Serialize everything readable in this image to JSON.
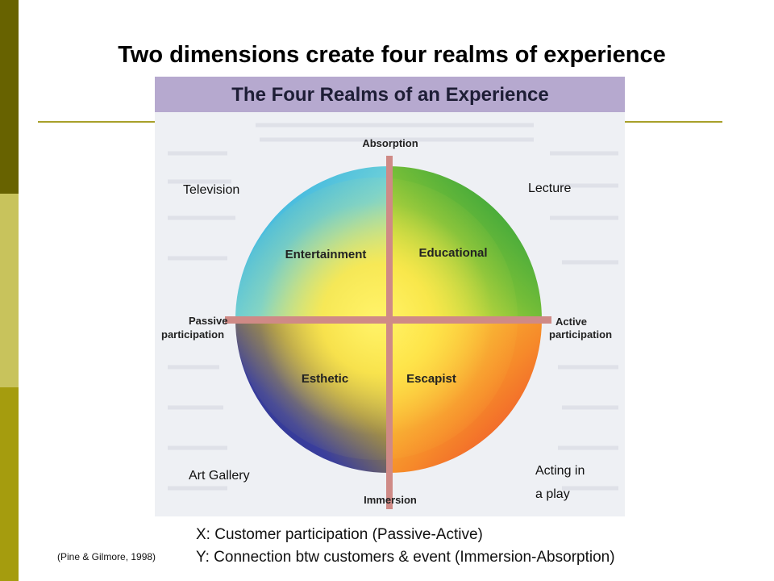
{
  "slide": {
    "title": "Two dimensions create four realms of experience",
    "citation": "(Pine & Gilmore, 1998)",
    "x_axis_note": "X: Customer participation (Passive-Active)",
    "y_axis_note": "Y: Connection btw customers & event (Immersion-Absorption)"
  },
  "figure": {
    "heading": "The Four Realms of an Experience",
    "axis_top": "Absorption",
    "axis_bottom": "Immersion",
    "axis_left_line1": "Passive",
    "axis_left_line2": "participation",
    "axis_right_line1": "Active",
    "axis_right_line2": "participation",
    "quadrants": {
      "top_left": "Entertainment",
      "top_right": "Educational",
      "bottom_left": "Esthetic",
      "bottom_right": "Escapist"
    }
  },
  "examples": {
    "top_left": "Television",
    "top_right": "Lecture",
    "bottom_left": "Art Gallery",
    "bottom_right_line1": "Acting in",
    "bottom_right_line2": "a play"
  },
  "colors": {
    "sidebar_dark": "#676200",
    "sidebar_mid": "#c8c35c",
    "sidebar_light": "#a59c0e",
    "rule": "#a8a02a",
    "heading_band": "#b6a9cf",
    "axis_bar": "#cf8a86"
  }
}
